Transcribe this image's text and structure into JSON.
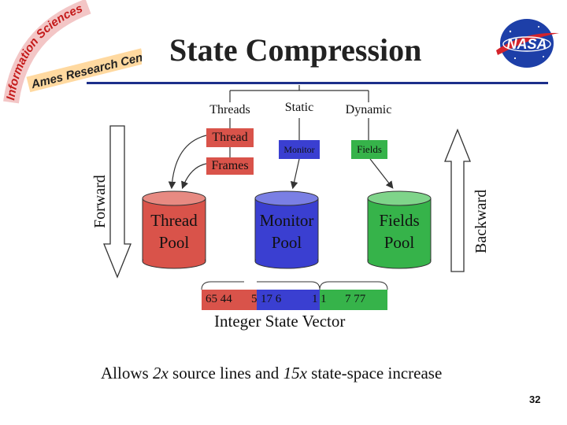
{
  "title": "State Compression",
  "logos": {
    "left_arc_text": "Information Sciences & Technology",
    "left_text": "Ames Research Center",
    "right_text": "NASA"
  },
  "tree": {
    "level1": [
      "Threads",
      "Static",
      "Dynamic"
    ],
    "level2": [
      "Thread",
      "Monitor",
      "Fields"
    ],
    "level3": [
      "Frames"
    ]
  },
  "pools": [
    {
      "label": "Thread\nPool",
      "color": "#d9534a"
    },
    {
      "label": "Monitor\nPool",
      "color": "#3a3fd1"
    },
    {
      "label": "Fields\nPool",
      "color": "#36b34a"
    }
  ],
  "side_labels": {
    "left": "Forward",
    "right": "Backward"
  },
  "vector": {
    "segments": [
      {
        "text": "65  44",
        "color": "#d9534a"
      },
      {
        "text": "5",
        "color": "#d9534a"
      },
      {
        "text": "17  6",
        "color": "#3a3fd1"
      },
      {
        "text": "1",
        "color": "#3a3fd1"
      },
      {
        "text": "1",
        "color": "#36b34a"
      },
      {
        "text": "7  77",
        "color": "#36b34a"
      }
    ],
    "caption": "Integer State Vector"
  },
  "footnote": {
    "prefix": "Allows ",
    "x1": "2x",
    "middle": " source lines and ",
    "x2": "15x",
    "suffix": " state-space increase"
  },
  "slide_number": "32",
  "colors": {
    "thread": "#d9534a",
    "monitor": "#3a3fd1",
    "fields": "#36b34a",
    "rule": "#1c2f8a"
  }
}
